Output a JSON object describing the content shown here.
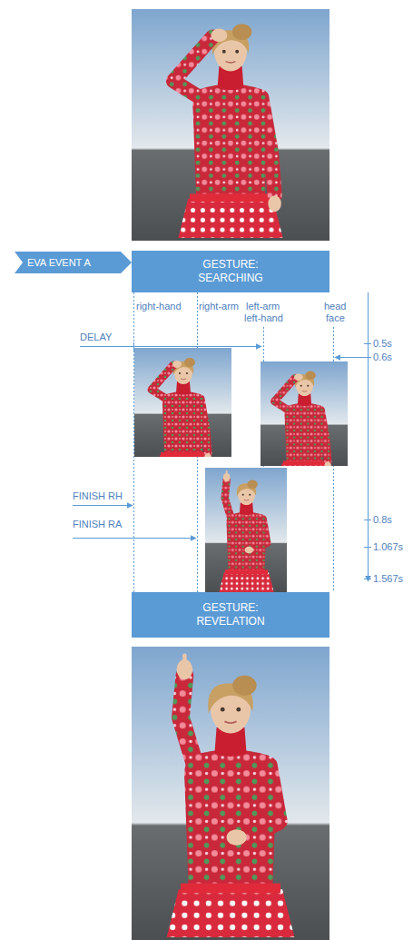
{
  "diagram": {
    "nodes": [
      {
        "text": [
          "EVA EVENT A"
        ]
      },
      {
        "text": [
          "GESTURE: SEARCHING"
        ]
      },
      {
        "text": [
          "GESTURE: REVELATION"
        ]
      }
    ],
    "labels": [
      "right-hand",
      "right-arm",
      "left-arm",
      "head",
      "left-hand",
      "face",
      "DELAY",
      "0.5s",
      "0.6s",
      "FINISH RH",
      "0.8s",
      "FINISH RA",
      "1.067s",
      "1.567s"
    ]
  }
}
